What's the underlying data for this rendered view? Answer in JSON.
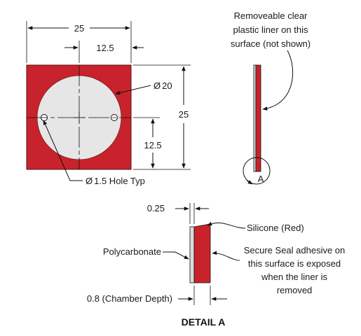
{
  "colors": {
    "silicone_red": "#c8232c",
    "window_gray": "#e6e6e6",
    "polycarbonate": "#dcdcdc",
    "line": "#111111"
  },
  "front_view": {
    "width_dim": "25",
    "half_width_dim": "12.5",
    "height_dim": "25",
    "half_height_dim": "12.5",
    "window_diameter": "20",
    "hole_callout": "1.5 Hole Typ",
    "diameter_symbol": "Ø"
  },
  "side_view": {
    "liner_note": [
      "Removeable clear",
      "plastic liner on this",
      "surface (not shown)"
    ],
    "detail_marker": "A"
  },
  "detail_a": {
    "thickness_dim": "0.25",
    "silicone_label": "Silicone (Red)",
    "polycarbonate_label": "Polycarbonate",
    "adhesive_note": [
      "Secure Seal adhesive on",
      "this surface is exposed",
      "when the liner is",
      "removed"
    ],
    "depth_dim": "0.8 (Chamber Depth)",
    "title": "DETAIL A"
  }
}
